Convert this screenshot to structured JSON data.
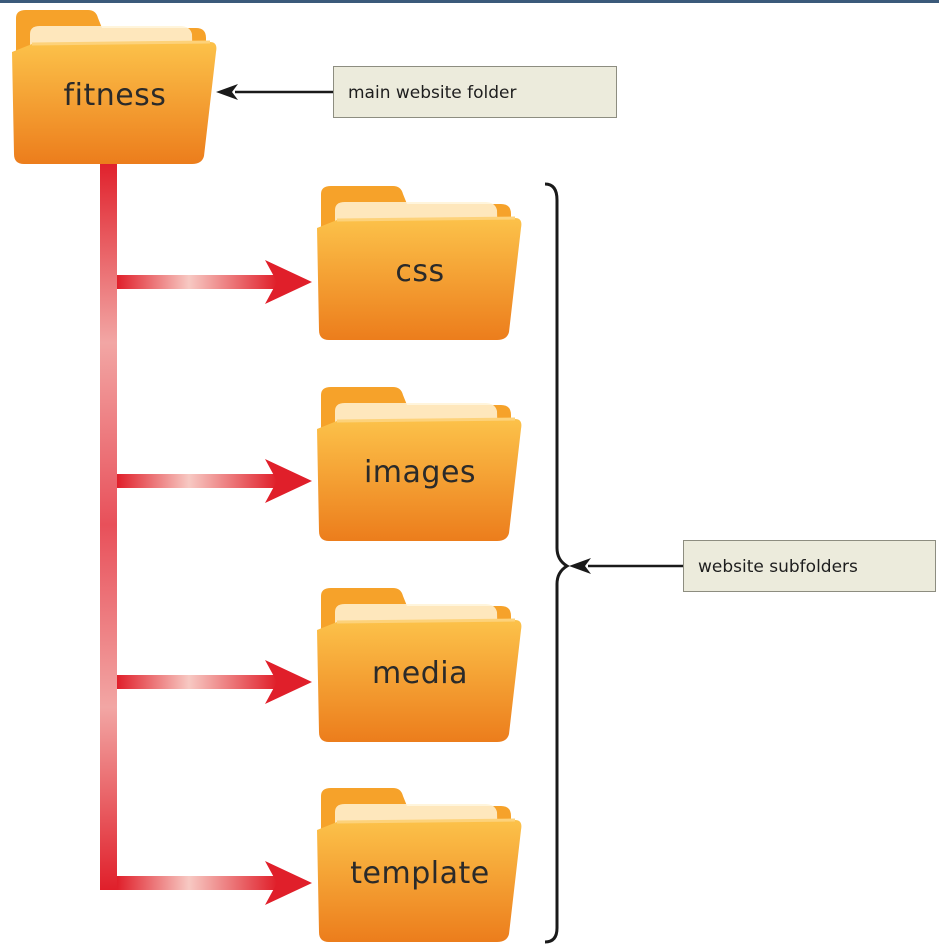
{
  "folders": {
    "root": {
      "label": "fitness"
    },
    "subfolders": [
      {
        "label": "css"
      },
      {
        "label": "images"
      },
      {
        "label": "media"
      },
      {
        "label": "template"
      }
    ]
  },
  "callouts": {
    "main": "main website folder",
    "subfolders": "website subfolders"
  },
  "colors": {
    "folder_light": "#fbb73a",
    "folder_dark": "#ec7d1c",
    "connector_red": "#e01f2a",
    "callout_bg": "#ecebdc",
    "callout_border": "#8d8d80"
  }
}
